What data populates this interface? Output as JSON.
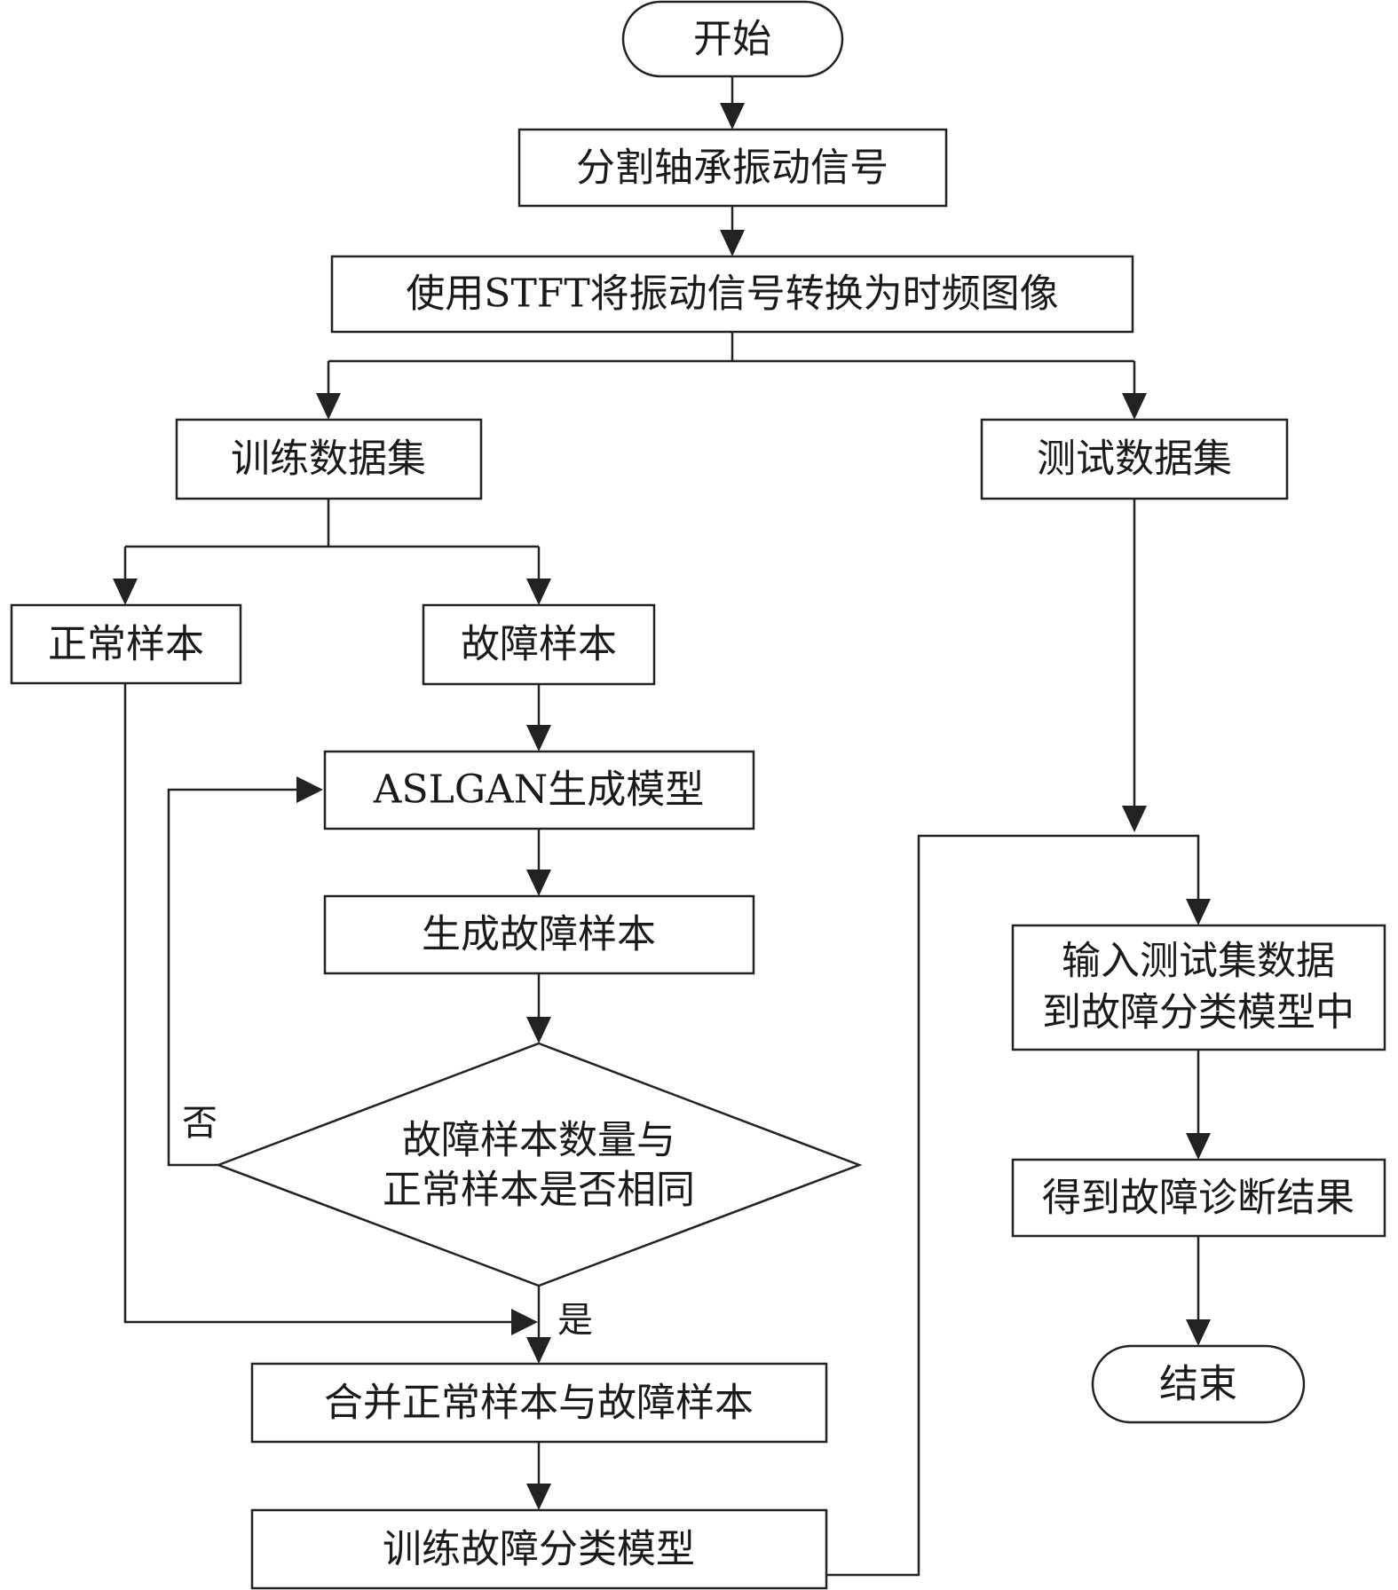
{
  "flowchart": {
    "nodes": {
      "start": "开始",
      "split": "分割轴承振动信号",
      "stft": "使用STFT将振动信号转换为时频图像",
      "train_set": "训练数据集",
      "test_set": "测试数据集",
      "normal": "正常样本",
      "fault": "故障样本",
      "aslgan": "ASLGAN生成模型",
      "generate": "生成故障样本",
      "decision_line1": "故障样本数量与",
      "decision_line2": "正常样本是否相同",
      "merge": "合并正常样本与故障样本",
      "train_model": "训练故障分类模型",
      "input_line1": "输入测试集数据",
      "input_line2": "到故障分类模型中",
      "result": "得到故障诊断结果",
      "end": "结束"
    },
    "labels": {
      "no": "否",
      "yes": "是"
    }
  }
}
